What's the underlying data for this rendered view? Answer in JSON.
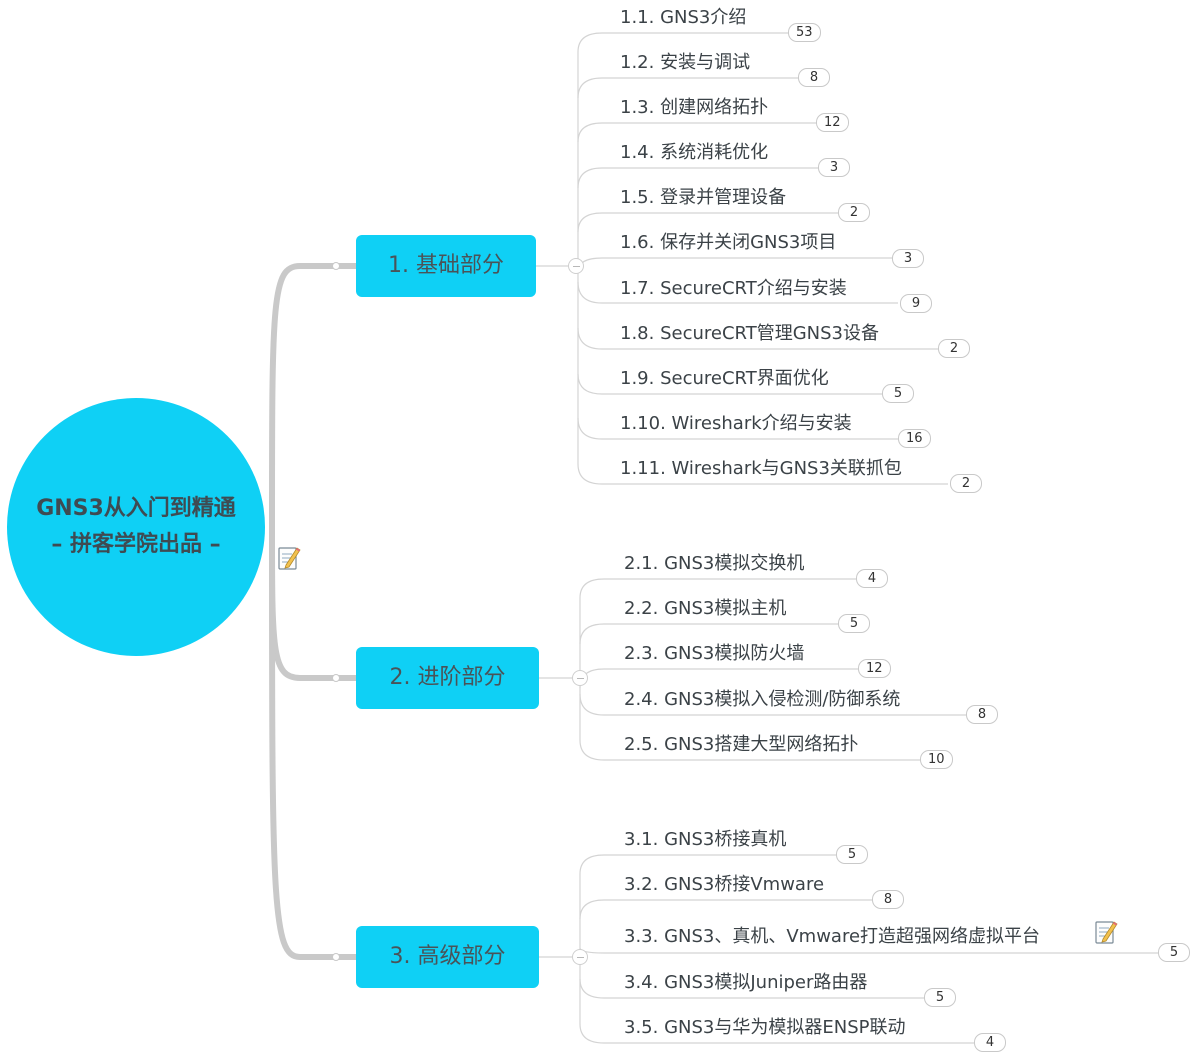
{
  "root": {
    "line1": "GNS3从入门到精通",
    "line2": "– 拼客学院出品 –",
    "note_icon": "memo-icon"
  },
  "branches": [
    {
      "label": "1. 基础部分",
      "leaves": [
        {
          "label": "1.1. GNS3介绍",
          "count": "53"
        },
        {
          "label": "1.2. 安装与调试",
          "count": "8"
        },
        {
          "label": "1.3. 创建网络拓扑",
          "count": "12"
        },
        {
          "label": "1.4. 系统消耗优化",
          "count": "3"
        },
        {
          "label": "1.5. 登录并管理设备",
          "count": "2"
        },
        {
          "label": "1.6. 保存并关闭GNS3项目",
          "count": "3"
        },
        {
          "label": "1.7. SecureCRT介绍与安装",
          "count": "9"
        },
        {
          "label": "1.8. SecureCRT管理GNS3设备",
          "count": "2"
        },
        {
          "label": "1.9. SecureCRT界面优化",
          "count": "5"
        },
        {
          "label": "1.10. Wireshark介绍与安装",
          "count": "16"
        },
        {
          "label": "1.11. Wireshark与GNS3关联抓包",
          "count": "2"
        }
      ]
    },
    {
      "label": "2. 进阶部分",
      "leaves": [
        {
          "label": "2.1. GNS3模拟交换机",
          "count": "4"
        },
        {
          "label": "2.2. GNS3模拟主机",
          "count": "5"
        },
        {
          "label": "2.3. GNS3模拟防火墙",
          "count": "12"
        },
        {
          "label": "2.4. GNS3模拟入侵检测/防御系统",
          "count": "8"
        },
        {
          "label": "2.5. GNS3搭建大型网络拓扑",
          "count": "10"
        }
      ]
    },
    {
      "label": "3. 高级部分",
      "leaves": [
        {
          "label": "3.1. GNS3桥接真机",
          "count": "5"
        },
        {
          "label": "3.2. GNS3桥接Vmware",
          "count": "8"
        },
        {
          "label": "3.3. GNS3、真机、Vmware打造超强网络虚拟平台",
          "count": "5",
          "note_icon": "memo-icon"
        },
        {
          "label": "3.4. GNS3模拟Juniper路由器",
          "count": "5"
        },
        {
          "label": "3.5. GNS3与华为模拟器ENSP联动",
          "count": "4"
        }
      ]
    }
  ],
  "colors": {
    "node_fill": "#0fd0f5",
    "connector": "#c8c8c8",
    "leaf_line": "#d4d4d4"
  }
}
